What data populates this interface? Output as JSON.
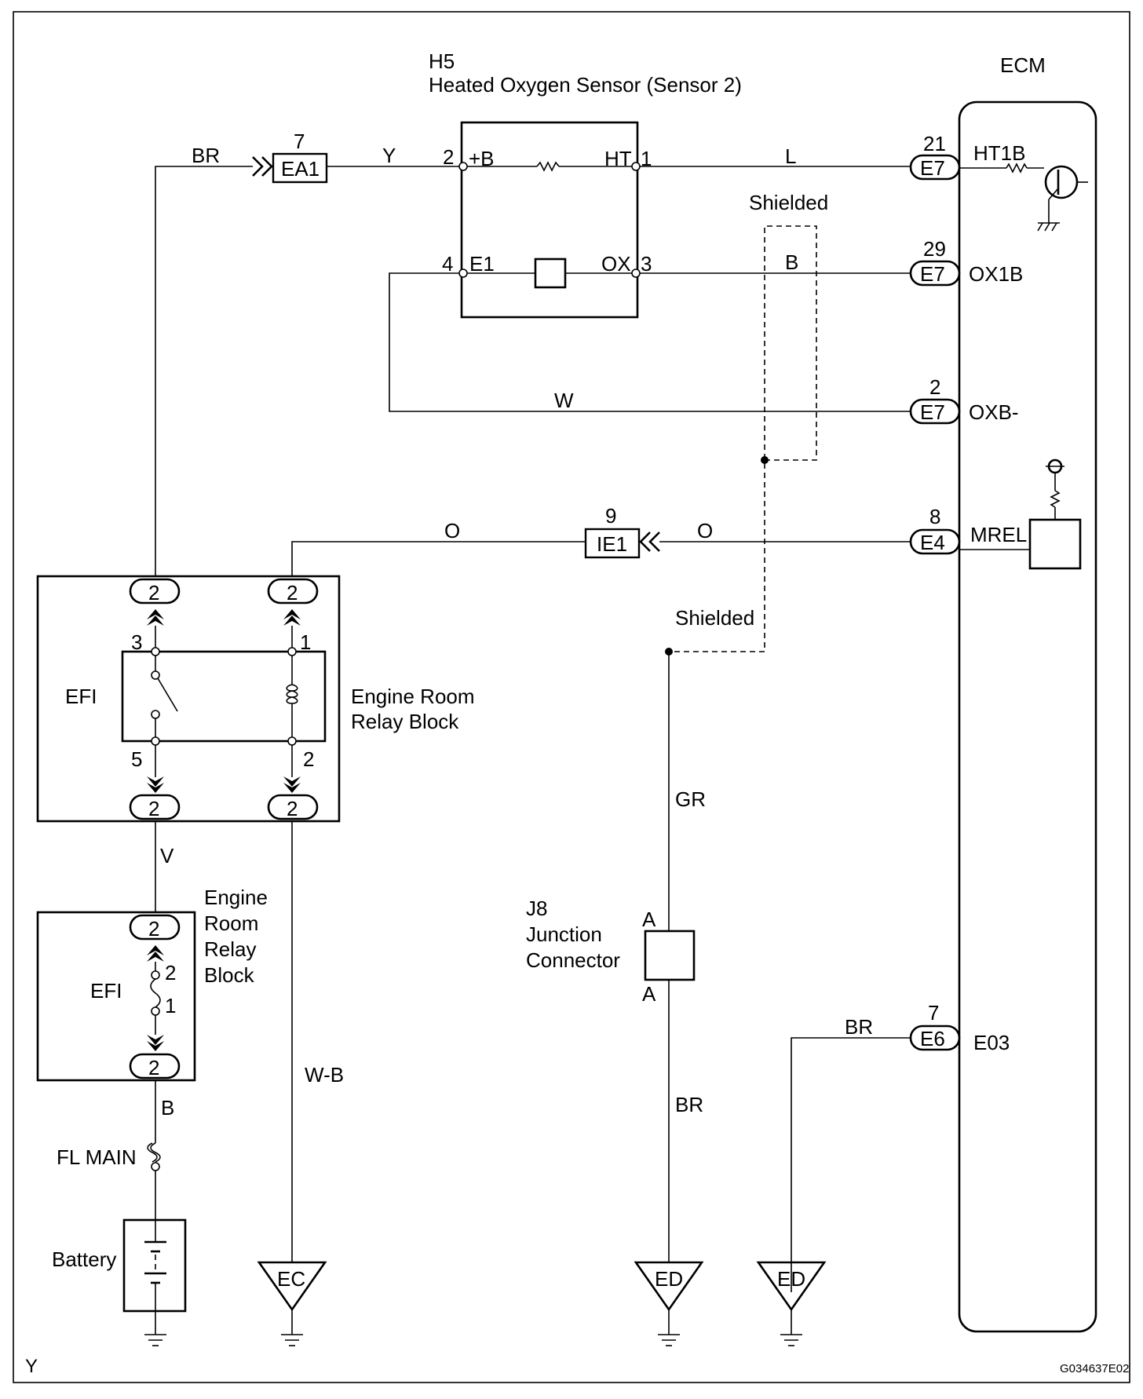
{
  "components": {
    "sensor_id": "H5",
    "sensor_name": "Heated Oxygen Sensor (Sensor 2)",
    "ecm": "ECM",
    "efi_upper": "EFI",
    "relay_block_upper_line1": "Engine Room",
    "relay_block_upper_line2": "Relay Block",
    "efi_lower": "EFI",
    "relay_block_lower_line1": "Engine",
    "relay_block_lower_line2": "Room",
    "relay_block_lower_line3": "Relay",
    "relay_block_lower_line4": "Block",
    "fl_main": "FL MAIN",
    "battery": "Battery",
    "junction_id": "J8",
    "junction_line1": "Junction",
    "junction_line2": "Connector",
    "junction_pin_top": "A",
    "junction_pin_bottom": "A"
  },
  "connectors": {
    "ea1": {
      "label": "EA1",
      "pin": "7"
    },
    "ie1": {
      "label": "IE1",
      "pin": "9"
    },
    "e7_ht1b": {
      "label": "E7",
      "pin": "21",
      "signal": "HT1B"
    },
    "e7_ox1b": {
      "label": "E7",
      "pin": "29",
      "signal": "OX1B"
    },
    "e7_oxb": {
      "label": "E7",
      "pin": "2",
      "signal": "OXB-"
    },
    "e4_mrel": {
      "label": "E4",
      "pin": "8",
      "signal": "MREL"
    },
    "e6_e03": {
      "label": "E6",
      "pin": "7",
      "signal": "E03"
    }
  },
  "sensor_pins": {
    "p2": "2",
    "p2_name": "+B",
    "p1": "1",
    "p1_name": "HT",
    "p4": "4",
    "p4_name": "E1",
    "p3": "3",
    "p3_name": "OX"
  },
  "relay_pins": {
    "p3": "3",
    "p1": "1",
    "p5": "5",
    "p2": "2",
    "upper_left_top": "2",
    "upper_right_top": "2",
    "upper_left_bottom": "2",
    "upper_right_bottom": "2",
    "lower_top": "2",
    "lower_bottom": "2",
    "fuse_pin_top": "2",
    "fuse_pin_bottom": "1"
  },
  "wire_colors": {
    "br_top": "BR",
    "y": "Y",
    "l": "L",
    "b_ox": "B",
    "w": "W",
    "o_left": "O",
    "o_right": "O",
    "v": "V",
    "b_bat": "B",
    "wb": "W-B",
    "gr": "GR",
    "br_j8": "BR",
    "br_e6": "BR"
  },
  "shield_labels": {
    "top": "Shielded",
    "bottom": "Shielded"
  },
  "grounds": {
    "ec": "EC",
    "ed1": "ED",
    "ed2": "ED"
  },
  "corner": {
    "letter": "Y",
    "code": "G034637E02"
  }
}
